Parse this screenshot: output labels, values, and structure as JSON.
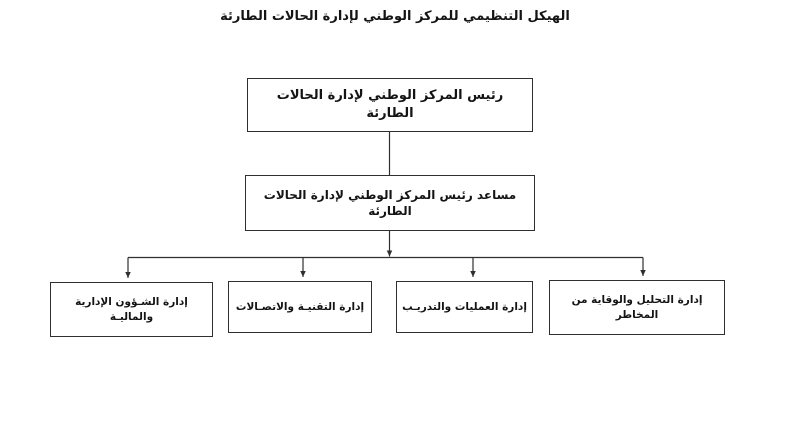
{
  "title": "الهيكل التنظيمي للمركز الوطني لإدارة الحالات الطارئة",
  "org_chart": {
    "root": {
      "label": "رئيس المركز الوطني لإدارة الحالات الطارئة"
    },
    "assistant": {
      "label": "مساعد رئيس المركز الوطني لإدارة الحالات الطارئة"
    },
    "departments": [
      {
        "label": "إدارة الشـؤون الإدارية والماليـة"
      },
      {
        "label": "إدارة التقنيـة والاتصـالات"
      },
      {
        "label": "إدارة العمليات والتدريـب"
      },
      {
        "label": "إدارة التحليل والوقاية من المخاطر"
      }
    ]
  },
  "colors": {
    "background": "#ffffff",
    "line": "#2f2f2f",
    "border": "#2f2f2f",
    "text": "#141414"
  }
}
